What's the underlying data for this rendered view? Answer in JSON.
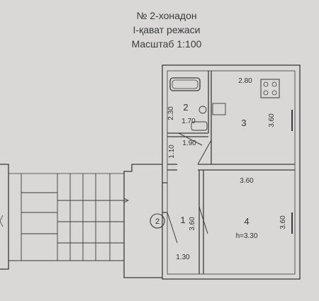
{
  "header": {
    "line1": "№ 2-хонадон",
    "line2": "I-қават режаси",
    "line3": "Масштаб 1:100"
  },
  "rooms": {
    "r1": {
      "number": "1"
    },
    "r2": {
      "number": "2"
    },
    "r3": {
      "number": "3"
    },
    "r4": {
      "number": "4",
      "height": "h=3.30"
    }
  },
  "dimensions": {
    "r2_height": "2.30",
    "r2_width": "1.70",
    "r3_width": "2.80",
    "r3_height": "3.60",
    "corridor_width": "1.90",
    "corridor_height": "1.10",
    "r4_width": "3.60",
    "r4_height": "3.60",
    "r1_height": "3.60",
    "r1_width": "1.30"
  },
  "stair_marker": "2",
  "colors": {
    "background": "#d9d8d6",
    "line": "#3a3a3c"
  }
}
